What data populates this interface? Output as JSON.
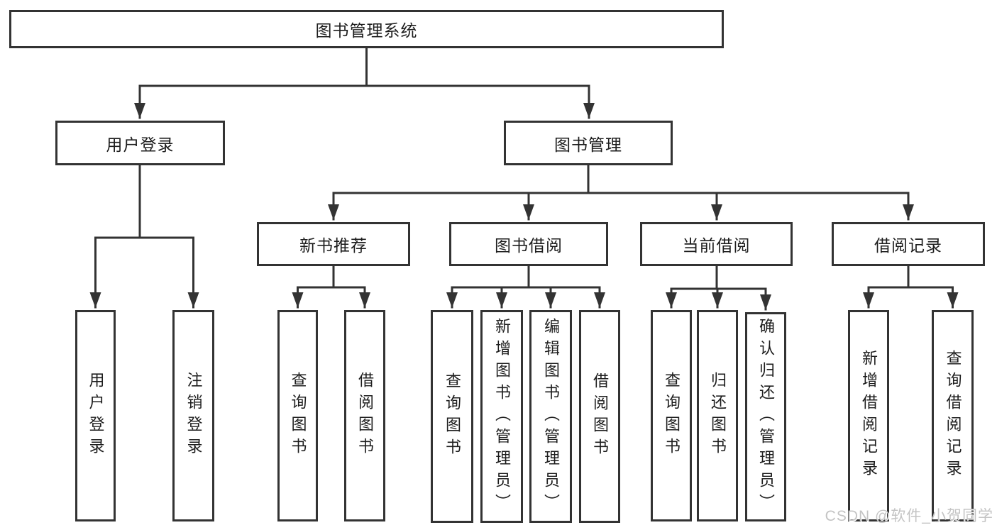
{
  "tree": {
    "root": "图书管理系统",
    "branches": [
      {
        "label": "用户登录",
        "children": [
          "用户登录",
          "注销登录"
        ]
      },
      {
        "label": "图书管理",
        "groups": [
          {
            "label": "新书推荐",
            "children": [
              "查询图书",
              "借阅图书"
            ]
          },
          {
            "label": "图书借阅",
            "children": [
              "查询图书",
              "新增图书（管理员）",
              "编辑图书（管理员）",
              "借阅图书"
            ]
          },
          {
            "label": "当前借阅",
            "children": [
              "查询图书",
              "归还图书",
              "确认归还（管理员）"
            ]
          },
          {
            "label": "借阅记录",
            "children": [
              "新增借阅记录",
              "查询借阅记录"
            ]
          }
        ]
      }
    ]
  },
  "watermark": "CSDN @软件_小贺同学",
  "colors": {
    "line": "#333333",
    "text": "#1d1d1d",
    "watermark": "#c4c4c4",
    "background": "#ffffff"
  }
}
